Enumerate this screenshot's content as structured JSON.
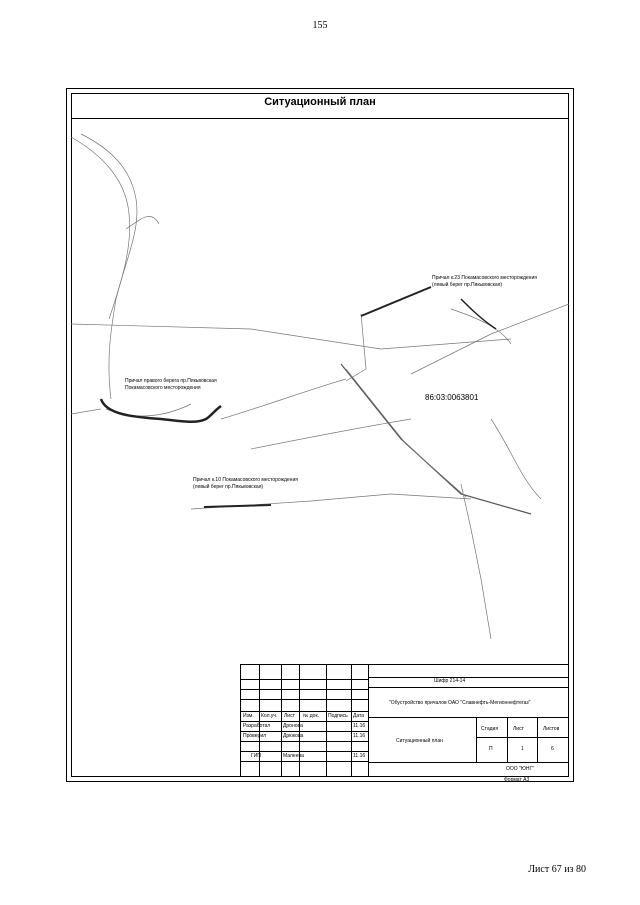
{
  "page_number": "155",
  "title": "Ситуационный план",
  "labels": {
    "pier_23_line1": "Причал к.23 Покамасовского месторождения",
    "pier_23_line2": "(левый берег пр.Пякьвовская)",
    "pier_right_line1": "Причал правого берега пр.Пякьвовская",
    "pier_right_line2": "Покамасовского месторождения",
    "pier_10_line1": "Причал к.10 Покамасовского месторождения",
    "pier_10_line2": "(левый берег пр.Пякьвовская)",
    "cadastral": "86:03:0063801"
  },
  "stamp": {
    "code": "Шифр 214-14",
    "project": "\"Обустройство причалов ОАО \"Славнефть-Мегионнефтегаз\"",
    "headers": [
      "Изм.",
      "Кол.уч.",
      "Лист",
      "№ док.",
      "Подпись",
      "Дата"
    ],
    "rows": [
      {
        "role": "Разработал",
        "name": "Дронова",
        "date": "11.16"
      },
      {
        "role": "Проверил",
        "name": "Дрюкова",
        "date": "11.16"
      },
      {
        "role": "ГИП",
        "name": "Малеева",
        "date": "11.16"
      }
    ],
    "drawing_name": "Ситуационный план",
    "stage_label": "Стадия",
    "sheet_label": "Лист",
    "sheets_label": "Листов",
    "stage": "П",
    "sheet": "1",
    "sheets": "6",
    "company": "ООО \"ЮНГ\"",
    "format": "Формат А3"
  },
  "footer": "Лист 67  из 80"
}
